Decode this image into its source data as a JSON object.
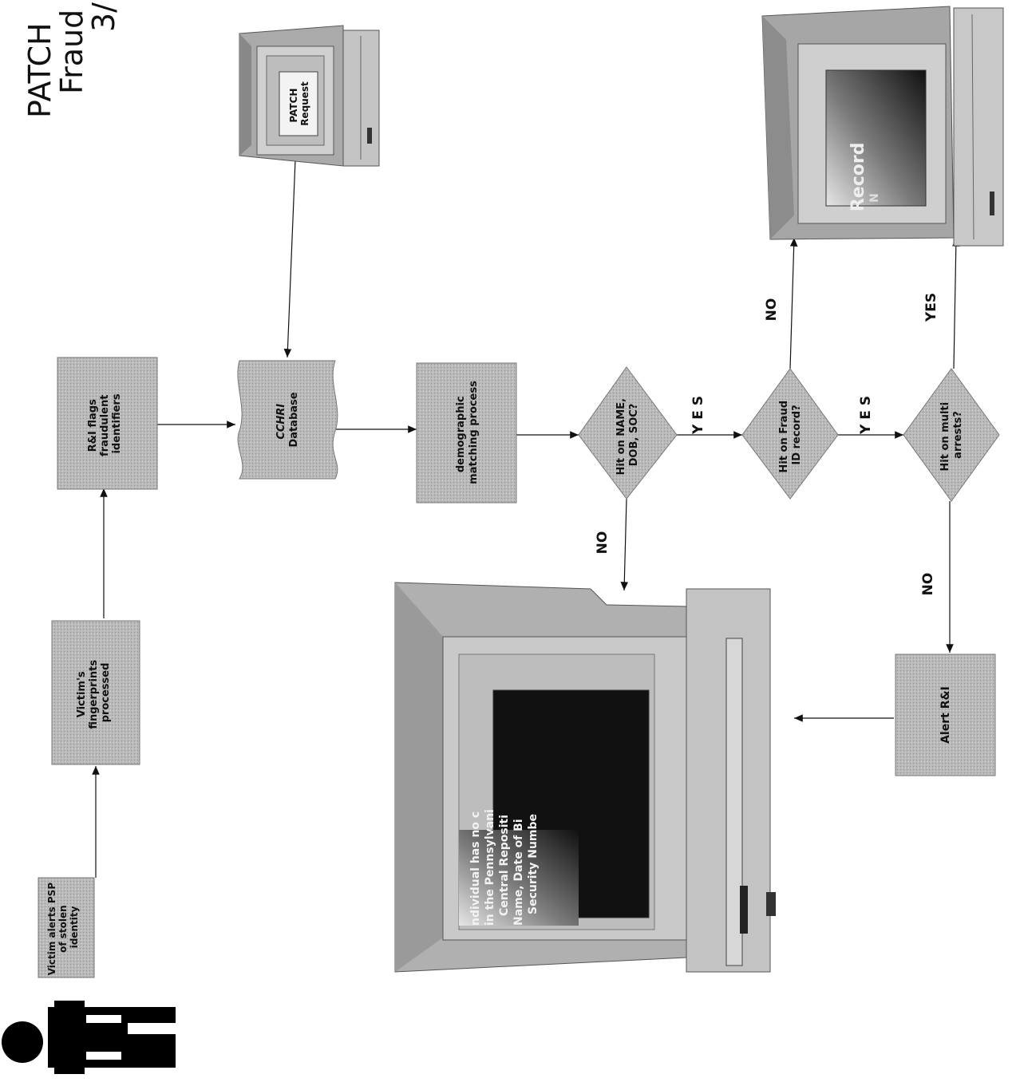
{
  "title": {
    "line1": "PATCH",
    "line2": "Fraud",
    "line3": "3/"
  },
  "nodes": {
    "victim_alerts": [
      "Victim alerts PSP",
      "of stolen",
      "identity"
    ],
    "fingerprints": [
      "Victim's",
      "fingerprints",
      "processed"
    ],
    "ri_flags": [
      "R&I flags",
      "fraudulent",
      "identifiers"
    ],
    "patch_request": [
      "PATCH",
      "Request"
    ],
    "cchri": [
      "CCHRI",
      "Database"
    ],
    "demographic": [
      "demographic",
      "matching process"
    ],
    "hit_name": [
      "Hit on NAME,",
      "DOB, SOC?"
    ],
    "hit_fraud": [
      "Hit on Fraud",
      "ID record?"
    ],
    "hit_multi": [
      "Hit on multi",
      "arrests?"
    ],
    "alert_ri": [
      "Alert R&I"
    ],
    "record_screen": [
      "Record",
      "N"
    ],
    "letter_screen": [
      "ndividual has no c",
      "in the Pennsylvani",
      "Central Repositi",
      "Name, Date of Bi",
      "Security Numbe"
    ]
  },
  "edge_labels": {
    "no_left": "NO",
    "yes_1": "Y E S",
    "yes_2": "Y E S",
    "no_top": "NO",
    "yes_right": "YES",
    "no_bottom": "NO"
  },
  "colors": {
    "box": "#b4b4b4",
    "screen": "#141414",
    "monitor": "#c8c8c8",
    "figure": "#000000"
  }
}
